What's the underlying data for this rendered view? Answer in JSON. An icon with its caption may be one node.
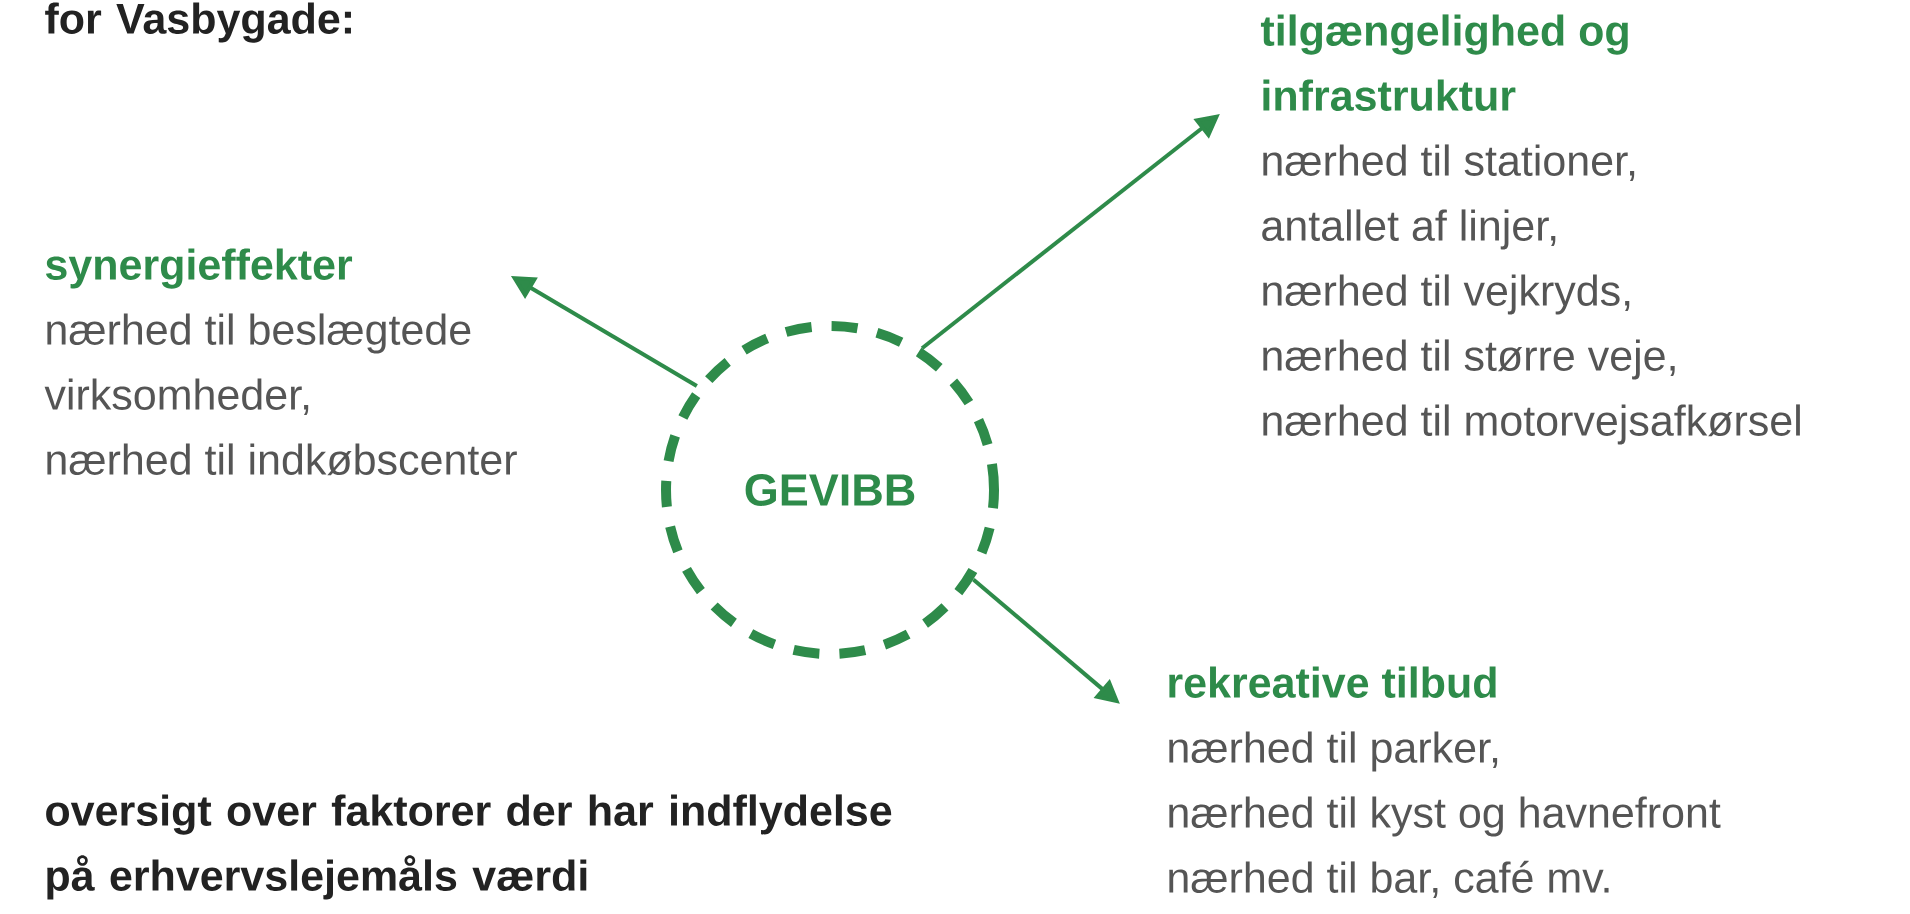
{
  "diagram": {
    "nodes": [
      {
        "text": [
          "GEVIBB"
        ]
      },
      {
        "text": [
          "synergieffekter",
          "nærhed til beslægtede virksomheder,",
          "nærhed til indkøbscenter"
        ]
      },
      {
        "text": [
          "tilgængelighed og infrastruktur",
          "nærhed til stationer,",
          "antallet af linjer,",
          "nærhed til vejkryds,",
          "nærhed til større veje,",
          "nærhed til motorvejsafkørsel"
        ]
      },
      {
        "text": [
          "rekreative tilbud",
          "nærhed til parker,",
          "nærhed til kyst og havnefront",
          "nærhed til bar, café mv."
        ]
      }
    ],
    "edges": [
      {
        "from": 0,
        "to": 1,
        "arrow": "to"
      },
      {
        "from": 0,
        "to": 2,
        "arrow": "to"
      },
      {
        "from": 0,
        "to": 3,
        "arrow": "to"
      }
    ],
    "labels": [
      "for Vasbygade:",
      "oversigt over faktorer der har indflydelse på erhvervslejemåls værdi"
    ]
  }
}
